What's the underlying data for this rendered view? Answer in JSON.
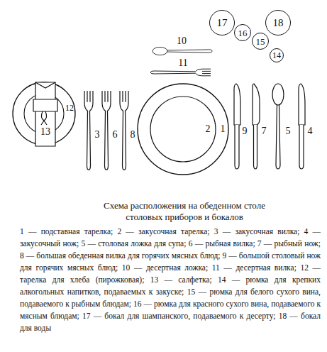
{
  "diagram": {
    "title": "Схема расположения на обеденном столе столовых приборов и бокалов",
    "caption": "1 — подставная тарелка; 2 — закусочная тарелка; 3 — закусочная вилка; 4 — закусочный нож; 5 — столовая ложка для супа; 6 — рыбная вилка; 7 — рыбный нож; 8 — большая обеденная вилка для горячих мясных блюд; 9 — большой столовый нож для горячих мясных блюд; 10 — десертная ложка; 11 — десертная вилка; 12 — тарелка для хлеба (пирожковая); 13 — салфетка; 14 — рюмка для крепких алкогольных напитков, подаваемых к закуске; 15 — рюмка для белого сухого вина, подаваемого к рыбным блюдам; 16 — рюмка для красного сухого вина, подаваемого к мясным блюдам; 17 — бокал для шампанского, подаваемого к десерту; 18 — бокал для воды",
    "nodes": [
      {
        "text": [
          "17"
        ]
      },
      {
        "text": [
          "18"
        ]
      },
      {
        "text": [
          "16"
        ]
      },
      {
        "text": [
          "15"
        ]
      },
      {
        "text": [
          "14"
        ]
      }
    ],
    "labels": [
      "10",
      "11",
      "12",
      "3",
      "6",
      "8",
      "2",
      "1",
      "9",
      "7",
      "5",
      "4",
      "13"
    ]
  }
}
